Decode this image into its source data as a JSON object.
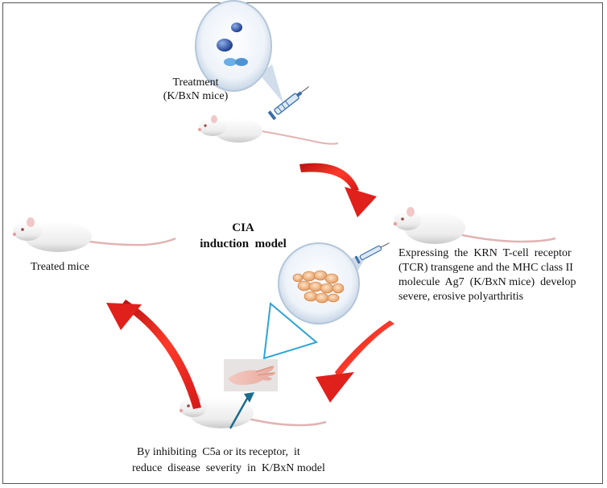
{
  "treatment": {
    "line1": "Treatment",
    "line2": "(K/BxN mice)"
  },
  "center": {
    "line1": "CIA",
    "line2": "induction  model"
  },
  "treated": {
    "label": "Treated mice"
  },
  "expressing": {
    "line1": "Expressing  the  KRN  T-cell  receptor",
    "line2": "(TCR) transgene and the MHC class II",
    "line3": "molecule  Ag7  (K/BxN mice)  develop",
    "line4": "severe, erosive polyarthritis"
  },
  "inhibit": {
    "line1": "By inhibiting  C5a or its receptor,  it",
    "line2": "reduce  disease  severity  in  K/BxN model"
  },
  "colors": {
    "arrow": "#e0201b",
    "triangle": "#2ea3d6",
    "magnifier": "#c9d9ea",
    "cells": "#f0b888"
  }
}
